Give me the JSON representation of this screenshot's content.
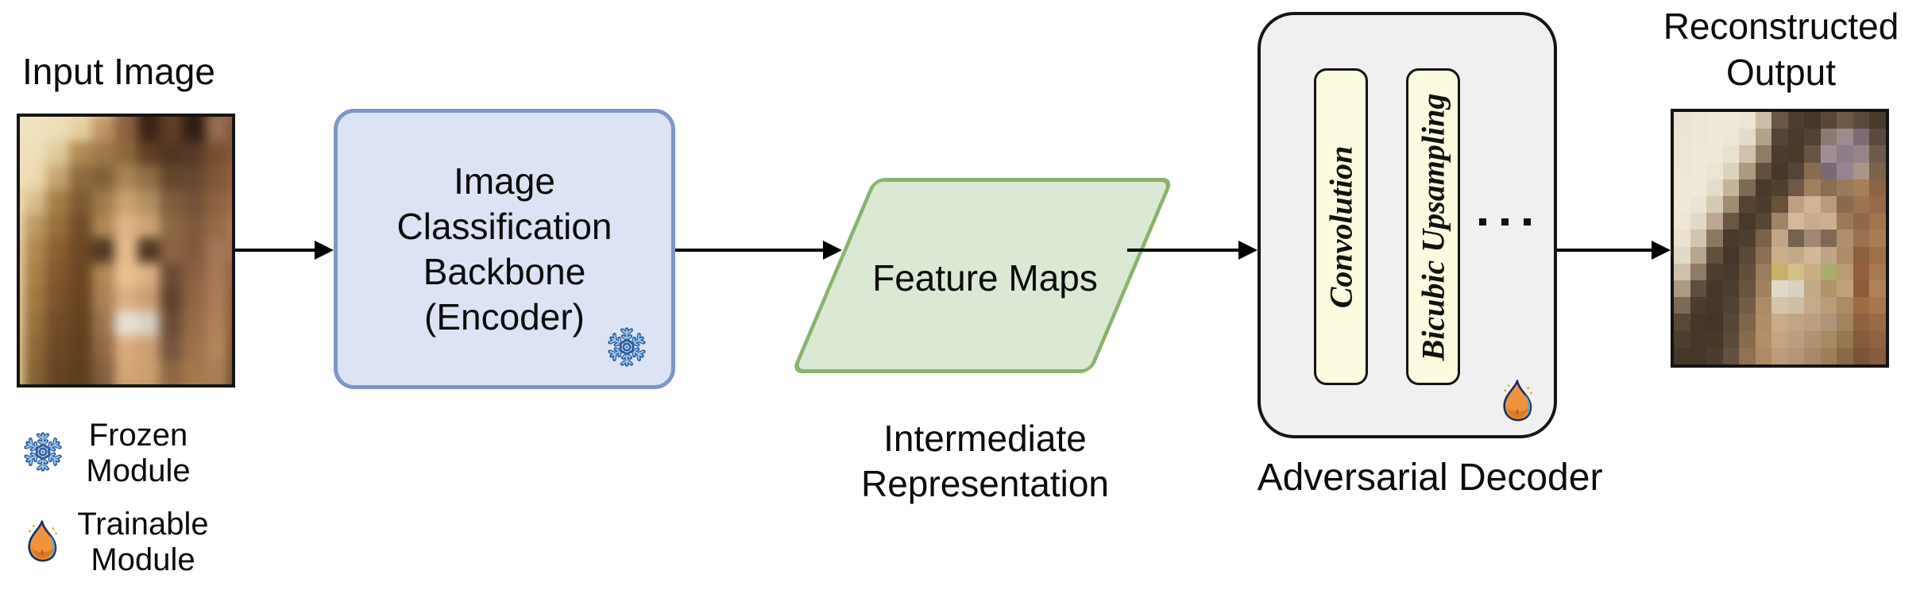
{
  "labels": {
    "input_image": "Input Image",
    "feature_maps": "Feature Maps",
    "adversarial_decoder": "Adversarial Decoder"
  },
  "encoder_box": {
    "lines": [
      "Image",
      "Classification",
      "Backbone",
      "(Encoder)"
    ],
    "icon": "snowflake-icon"
  },
  "intermediate": {
    "lines": [
      "Intermediate",
      "Representation"
    ]
  },
  "decoder": {
    "modules": [
      "Convolution",
      "Bicubic Upsampling"
    ],
    "more_modules_indicator": "...",
    "icon": "flame-icon"
  },
  "reconstructed": {
    "lines": [
      "Reconstructed",
      "Output"
    ]
  },
  "legend": {
    "items": [
      {
        "icon": "snowflake-icon",
        "lines": [
          "Frozen",
          "Module"
        ]
      },
      {
        "icon": "flame-icon",
        "lines": [
          "Trainable",
          "Module"
        ]
      }
    ]
  },
  "colors": {
    "encoder_fill": "#dbe3f4",
    "encoder_border": "#7e97c6",
    "feature_fill": "#dae8d4",
    "feature_border": "#8ab26c",
    "decoder_fill": "#f0f0f1",
    "module_fill": "#fafbdf",
    "outline": "#141414",
    "arrow": "#000000",
    "snowflake_blue": "#9cc4ec",
    "flame_orange": "#f0933c"
  },
  "input_image": {
    "cols": 11,
    "pixels": [
      "#f1e5c9",
      "#f1e4c7",
      "#f0e2c4",
      "#eddeba",
      "#dcc49c",
      "#8a6848",
      "#2e1c12",
      "#6a452f",
      "#2c1a10",
      "#8c6750",
      "#9c7156",
      "#f0e3c5",
      "#efe1c2",
      "#edddbb",
      "#e4cfa4",
      "#bb9468",
      "#8a6244",
      "#3a2416",
      "#5e3d2a",
      "#2e1c12",
      "#946e56",
      "#7c5238",
      "#efe1c2",
      "#eedebd",
      "#dfcba0",
      "#ad8a58",
      "#9a7850",
      "#8a683e",
      "#5e3e26",
      "#4c3624",
      "#563a28",
      "#755034",
      "#875c3e",
      "#eee0bf",
      "#ecdab4",
      "#c5a474",
      "#8c6a42",
      "#80603a",
      "#a5835a",
      "#8e6e48",
      "#62462e",
      "#644832",
      "#7e5839",
      "#8e6242",
      "#edddba",
      "#d5bd8e",
      "#a17e4c",
      "#7c5a34",
      "#9c7a50",
      "#c6a272",
      "#b08f66",
      "#7e5e40",
      "#70523a",
      "#8a6244",
      "#987050",
      "#ecdbb6",
      "#bb9a66",
      "#946f3f",
      "#6e4c2c",
      "#ad8758",
      "#dcb48a",
      "#caa478",
      "#8a6848",
      "#7e5a3e",
      "#926a4a",
      "#a87e58",
      "#ead8b2",
      "#ac8752",
      "#875f35",
      "#6a4828",
      "#4e3826",
      "#e2bc8e",
      "#4c3624",
      "#8a6444",
      "#7e5a40",
      "#a0785a",
      "#9a7052",
      "#e9d6ae",
      "#a5804a",
      "#7e5830",
      "#684626",
      "#ae8858",
      "#e6c194",
      "#d8b288",
      "#684a34",
      "#886044",
      "#a5795a",
      "#8a6040",
      "#e8d4aa",
      "#9c7844",
      "#775230",
      "#664424",
      "#a8815a",
      "#d8ae84",
      "#c89e78",
      "#5e422e",
      "#8e6648",
      "#aa7e5c",
      "#82583c",
      "#e7d2a6",
      "#947040",
      "#704c2c",
      "#624222",
      "#9a7452",
      "#e8e2d6",
      "#d8d2c6",
      "#6a4c36",
      "#946c4c",
      "#ae825e",
      "#7a5438",
      "#e6d0a2",
      "#8c683c",
      "#6a4828",
      "#5e4020",
      "#8e6a4a",
      "#d8ab80",
      "#c89e74",
      "#745440",
      "#9a7250",
      "#b0865f",
      "#744e34",
      "#e5cf9f",
      "#84623a",
      "#644426",
      "#5a3e1f",
      "#826042",
      "#cfa678",
      "#c9a072",
      "#8a6648",
      "#a0784f",
      "#a8805c",
      "#6e4a32",
      "#e4cd9c",
      "#7c5c36",
      "#5e4024",
      "#563c1e",
      "#7a5a3e",
      "#c89c70",
      "#c0946a",
      "#96704c",
      "#a87c54",
      "#9a744e",
      "#684630"
    ]
  },
  "reconstructed_image": {
    "cols": 13,
    "pixels": [
      "#e9e3d4",
      "#ece6d7",
      "#eee8d9",
      "#efe9da",
      "#ece5d4",
      "#cbbda4",
      "#6a5644",
      "#4e3e30",
      "#46372a",
      "#584738",
      "#6f5a46",
      "#5b4a3c",
      "#4a3a2e",
      "#ebe5d6",
      "#ede7d8",
      "#efe9da",
      "#eee7d7",
      "#e4dcca",
      "#b2a28a",
      "#554436",
      "#48392c",
      "#524234",
      "#8a7a74",
      "#9c8a8c",
      "#7e6c74",
      "#5a4a40",
      "#ece6d7",
      "#eee8d9",
      "#efe9da",
      "#e9e1d0",
      "#d0c2aa",
      "#907c64",
      "#4c3c2e",
      "#4a3a2c",
      "#685444",
      "#a08e94",
      "#8d7d88",
      "#96848a",
      "#6e5a4c",
      "#ede7d8",
      "#efe9da",
      "#ece5d4",
      "#dcd2bc",
      "#ac9a80",
      "#62503e",
      "#46372a",
      "#55443a",
      "#8a6c50",
      "#7a6a74",
      "#958490",
      "#ab9489",
      "#7c624a",
      "#eee8d9",
      "#efe9da",
      "#e5ddcb",
      "#c4b499",
      "#7e6a54",
      "#4a3a2c",
      "#50402f",
      "#705844",
      "#a08060",
      "#8a6e54",
      "#9a7a5c",
      "#a67e58",
      "#8a6444",
      "#efe9da",
      "#ebe4d3",
      "#d6c9b2",
      "#a08c72",
      "#554434",
      "#4c3c2d",
      "#68523c",
      "#c0a084",
      "#d2b394",
      "#ba9a7a",
      "#8a6a4c",
      "#9c7450",
      "#97684a",
      "#eee7d7",
      "#e2dac8",
      "#bca890",
      "#6a5642",
      "#48382a",
      "#584634",
      "#a08468",
      "#d4b898",
      "#c8ab8c",
      "#cbb092",
      "#9a7a58",
      "#8e6848",
      "#a2744e",
      "#e9e2d1",
      "#d2c5ae",
      "#8c7860",
      "#4a3a2c",
      "#4e3e2e",
      "#7c624a",
      "#c2a586",
      "#756250",
      "#a28872",
      "#806a56",
      "#b0906c",
      "#9a7050",
      "#ab7c54",
      "#e2dac8",
      "#b8a68c",
      "#60503e",
      "#46372a",
      "#5a4836",
      "#8c7054",
      "#ccae8e",
      "#c3a888",
      "#d0b898",
      "#c0a584",
      "#ae8c68",
      "#8a6040",
      "#9f7048",
      "#d0c2aa",
      "#8e7c66",
      "#4c3d2f",
      "#483a2c",
      "#624e3a",
      "#9a7c5e",
      "#c9b169",
      "#d4c086",
      "#c9ae84",
      "#a8ac6c",
      "#b89a74",
      "#92603e",
      "#a87850",
      "#ac9a82",
      "#5e4e3e",
      "#463829",
      "#4c3e2f",
      "#6a5440",
      "#a08260",
      "#e0d8c8",
      "#d8d0c0",
      "#c2a988",
      "#b29468",
      "#c2a278",
      "#8a5c3a",
      "#b08058",
      "#7c6a56",
      "#4a3c2e",
      "#443628",
      "#504232",
      "#745c44",
      "#ac8c68",
      "#d5c4a8",
      "#cebfa4",
      "#c6ab8a",
      "#ba9c78",
      "#ac8a64",
      "#9c6c44",
      "#a87750",
      "#584838",
      "#453727",
      "#423426",
      "#554636",
      "#7e6448",
      "#b08e68",
      "#c8ab88",
      "#c2a584",
      "#bc9f80",
      "#b09478",
      "#a2845c",
      "#8e6240",
      "#9a6a46",
      "#4c3e30",
      "#443628",
      "#463829",
      "#5c4a38",
      "#886a4c",
      "#b4906a",
      "#c4a582",
      "#bc9e7e",
      "#b29272",
      "#a68a64",
      "#967850",
      "#845c3c",
      "#8f6242",
      "#463829",
      "#443628",
      "#4a3c2e",
      "#645040",
      "#927050",
      "#b08a62",
      "#bc9c7a",
      "#b49574",
      "#aa8a66",
      "#9c7e58",
      "#8a6a46",
      "#7a5436",
      "#855c3e"
    ]
  }
}
